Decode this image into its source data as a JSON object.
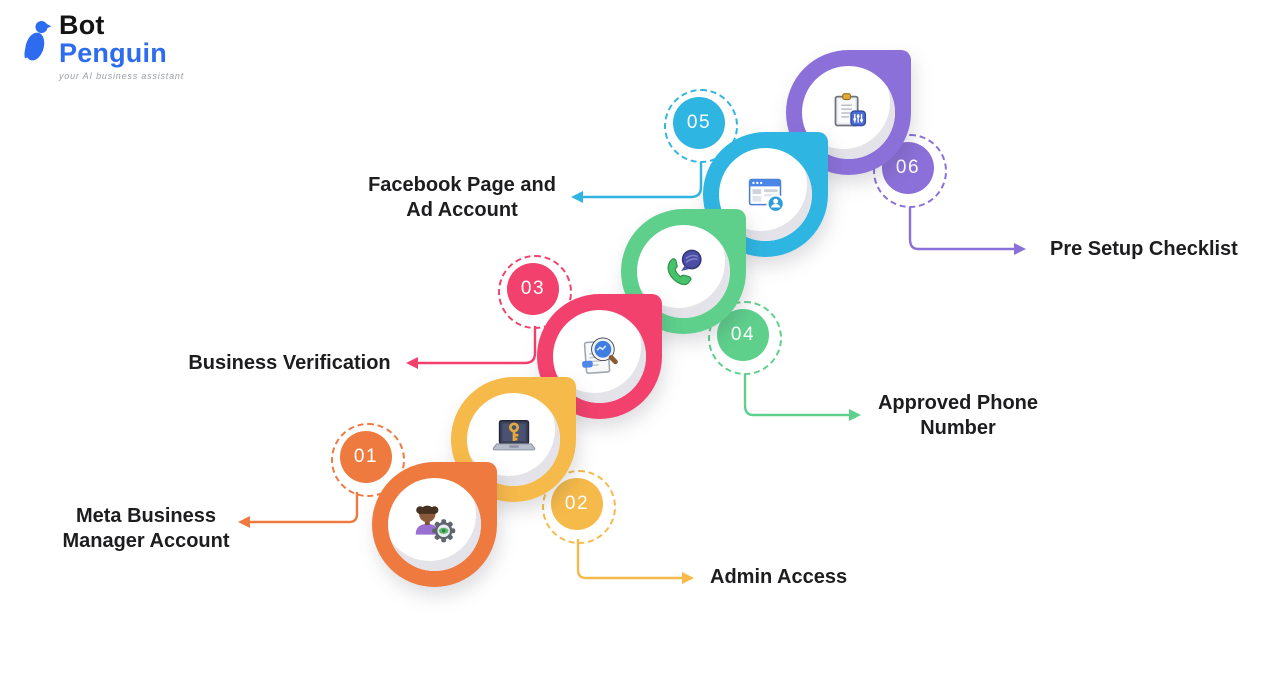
{
  "logo": {
    "title_part1": "Bot",
    "title_part2": "Penguin",
    "tagline": "your AI business assistant",
    "brand_color": "#2d6bef",
    "icon": "penguin-logo-icon"
  },
  "steps": [
    {
      "number": "01",
      "label": "Meta Business Manager Account",
      "color": "#ef7a3f",
      "icon": "person-gear-icon",
      "connector": "elbow-arrow-left"
    },
    {
      "number": "02",
      "label": "Admin Access",
      "color": "#f6ba4a",
      "icon": "laptop-key-icon",
      "connector": "elbow-arrow-right"
    },
    {
      "number": "03",
      "label": "Business Verification",
      "color": "#f2416c",
      "icon": "document-search-icon",
      "connector": "elbow-arrow-left"
    },
    {
      "number": "04",
      "label": "Approved Phone Number",
      "color": "#5ed08c",
      "icon": "phone-globe-icon",
      "connector": "elbow-arrow-right"
    },
    {
      "number": "05",
      "label": "Facebook Page and Ad Account",
      "color": "#2fb5e2",
      "icon": "browser-user-icon",
      "connector": "elbow-arrow-left"
    },
    {
      "number": "06",
      "label": "Pre Setup Checklist",
      "color": "#8b70d9",
      "icon": "clipboard-settings-icon",
      "connector": "elbow-arrow-right"
    }
  ]
}
